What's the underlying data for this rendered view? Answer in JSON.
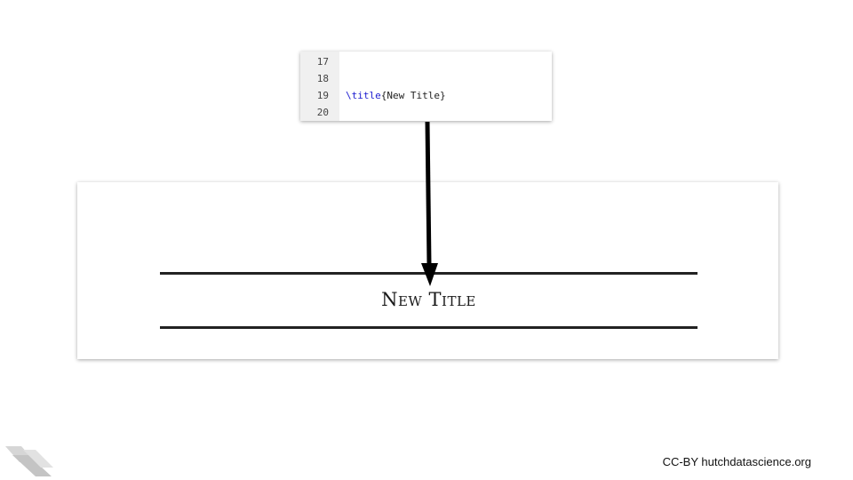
{
  "code_editor": {
    "line_numbers": [
      "17",
      "18",
      "19",
      "20"
    ],
    "lines": [
      {
        "command": "",
        "rest": ""
      },
      {
        "command": "",
        "rest": ""
      },
      {
        "command": "\\title",
        "rest": "{New Title}"
      },
      {
        "command": "",
        "rest": ""
      }
    ],
    "command_color": "#1b1bd0"
  },
  "document": {
    "title": "New Title"
  },
  "footer": {
    "credit": "CC-BY hutchdatascience.org",
    "logo_icon": "hutch-logo-icon"
  }
}
